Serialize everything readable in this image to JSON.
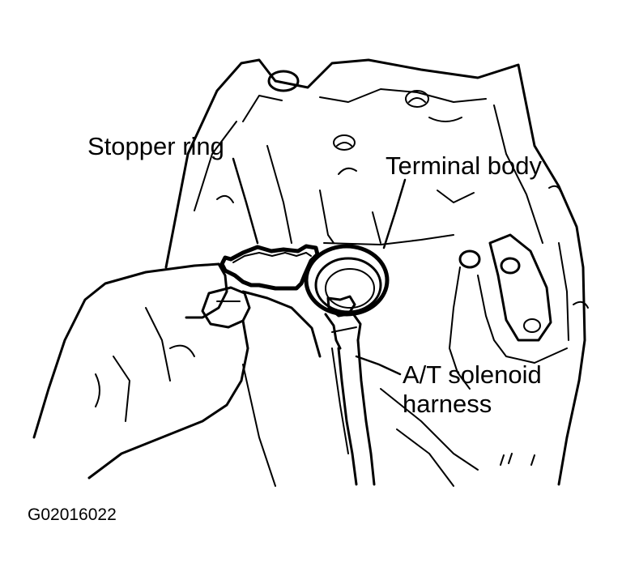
{
  "labels": {
    "stopper_ring": "Stopper ring",
    "terminal_body": "Terminal body",
    "harness_line1": "A/T solenoid",
    "harness_line2": "harness"
  },
  "figure_id": "G02016022"
}
